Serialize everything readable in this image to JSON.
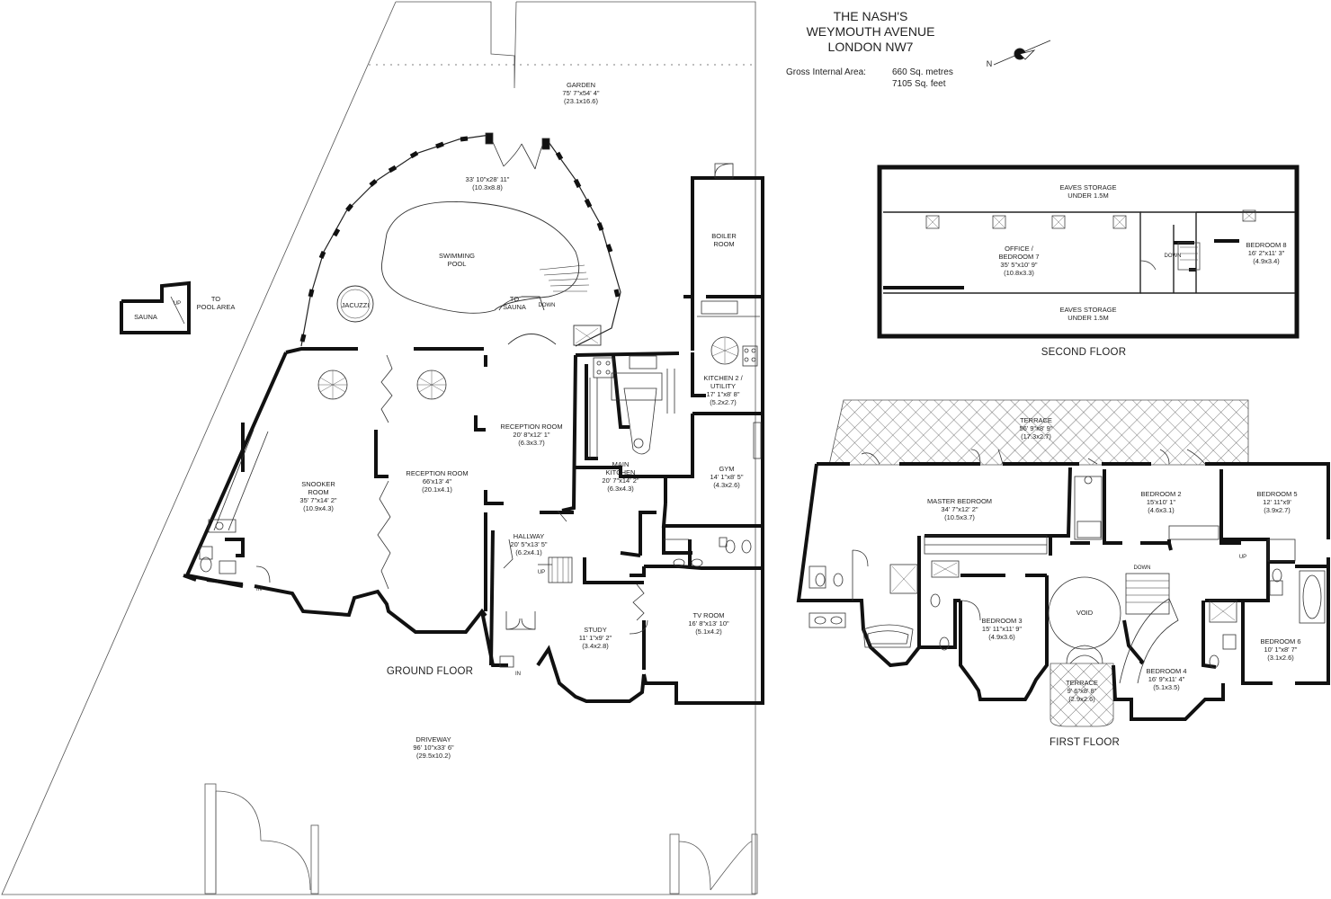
{
  "header": {
    "title_line1": "THE NASH'S",
    "title_line2": "WEYMOUTH AVENUE",
    "title_line3": "LONDON NW7",
    "area_label": "Gross Internal Area:",
    "area_metres": "660 Sq. metres",
    "area_feet": "7105 Sq. feet",
    "compass_letter": "N"
  },
  "floors": {
    "ground": "GROUND FLOOR",
    "first": "FIRST FLOOR",
    "second": "SECOND FLOOR"
  },
  "rooms": {
    "garden": {
      "name": "GARDEN",
      "size_ft": "75' 7\"x54' 4\"",
      "size_m": "(23.1x16.6)"
    },
    "pool_area": {
      "size_ft": "33' 10\"x28' 11\"",
      "size_m": "(10.3x8.8)"
    },
    "swimming_pool": {
      "line1": "SWIMMING",
      "line2": "POOL"
    },
    "jacuzzi": {
      "name": "JACUZZI"
    },
    "to_sauna": {
      "line1": "TO",
      "line2": "SAUNA"
    },
    "sauna": {
      "name": "SAUNA",
      "up": "UP"
    },
    "to_pool_area": {
      "line1": "TO",
      "line2": "POOL AREA"
    },
    "boiler_room": {
      "line1": "BOILER",
      "line2": "ROOM"
    },
    "kitchen2": {
      "line1": "KITCHEN 2 /",
      "line2": "UTILITY",
      "size_ft": "17' 1\"x8' 8\"",
      "size_m": "(5.2x2.7)"
    },
    "reception_room_1": {
      "name": "RECEPTION ROOM",
      "size_ft": "20' 8\"x12' 1\"",
      "size_m": "(6.3x3.7)"
    },
    "reception_room_2": {
      "name": "RECEPTION ROOM",
      "size_ft": "66'x13' 4\"",
      "size_m": "(20.1x4.1)"
    },
    "snooker_room": {
      "line1": "SNOOKER",
      "line2": "ROOM",
      "size_ft": "35' 7\"x14' 2\"",
      "size_m": "(10.9x4.3)"
    },
    "main_kitchen": {
      "line1": "MAIN",
      "line2": "KITCHEN",
      "size_ft": "20' 7\"x14' 2\"",
      "size_m": "(6.3x4.3)"
    },
    "gym": {
      "name": "GYM",
      "size_ft": "14' 1\"x8' 5\"",
      "size_m": "(4.3x2.6)"
    },
    "hallway": {
      "name": "HALLWAY",
      "size_ft": "20' 5\"x13' 5\"",
      "size_m": "(6.2x4.1)"
    },
    "study": {
      "name": "STUDY",
      "size_ft": "11' 1\"x9' 2\"",
      "size_m": "(3.4x2.8)"
    },
    "tv_room": {
      "name": "TV ROOM",
      "size_ft": "16' 8\"x13' 10\"",
      "size_m": "(5.1x4.2)"
    },
    "driveway": {
      "name": "DRIVEWAY",
      "size_ft": "96' 10\"x33' 6\"",
      "size_m": "(29.5x10.2)"
    },
    "terrace_main": {
      "name": "TERRACE",
      "size_ft": "56' 9\"x8' 9\"",
      "size_m": "(17.3x2.7)"
    },
    "master_bedroom": {
      "name": "MASTER BEDROOM",
      "size_ft": "34' 7\"x12' 2\"",
      "size_m": "(10.5x3.7)"
    },
    "bedroom2": {
      "name": "BEDROOM 2",
      "size_ft": "15'x10' 1\"",
      "size_m": "(4.6x3.1)"
    },
    "bedroom5": {
      "name": "BEDROOM 5",
      "size_ft": "12' 11\"x9'",
      "size_m": "(3.9x2.7)"
    },
    "bedroom3": {
      "name": "BEDROOM 3",
      "size_ft": "15' 11\"x11' 9\"",
      "size_m": "(4.9x3.6)"
    },
    "void": {
      "name": "VOID"
    },
    "bedroom4": {
      "name": "BEDROOM 4",
      "size_ft": "16' 9\"x11' 4\"",
      "size_m": "(5.1x3.5)"
    },
    "bedroom6": {
      "name": "BEDROOM 6",
      "size_ft": "10' 1\"x8' 7\"",
      "size_m": "(3.1x2.6)"
    },
    "terrace_small": {
      "name": "TERRACE",
      "size_ft": "9' 6\"x8' 8\"",
      "size_m": "(2.9x2.6)"
    },
    "eaves_top": {
      "line1": "EAVES STORAGE",
      "line2": "UNDER 1.5M"
    },
    "office": {
      "line1": "OFFICE /",
      "line2": "BEDROOM 7",
      "size_ft": "35' 5\"x10' 9\"",
      "size_m": "(10.8x3.3)"
    },
    "bedroom8": {
      "name": "BEDROOM 8",
      "size_ft": "16' 2\"x11' 3\"",
      "size_m": "(4.9x3.4)"
    },
    "eaves_bottom": {
      "line1": "EAVES STORAGE",
      "line2": "UNDER 1.5M"
    }
  },
  "markers": {
    "in": "IN",
    "up": "UP",
    "down": "DOWN"
  },
  "colors": {
    "wall": "#111111",
    "line": "#333333",
    "background": "#ffffff"
  }
}
